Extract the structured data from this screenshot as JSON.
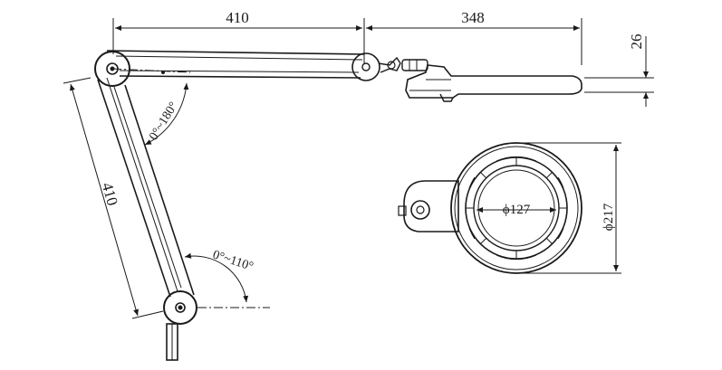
{
  "colors": {
    "line": "#1a1a1a",
    "background": "#ffffff"
  },
  "dimensions": {
    "upper_arm_length": "410",
    "head_reach": "348",
    "head_thickness": "26",
    "lower_arm_length": "410",
    "upper_joint_angle": "0°~180°",
    "lower_joint_angle": "0°~110°",
    "lens_diameter": "ϕ127",
    "head_diameter": "ϕ217"
  }
}
